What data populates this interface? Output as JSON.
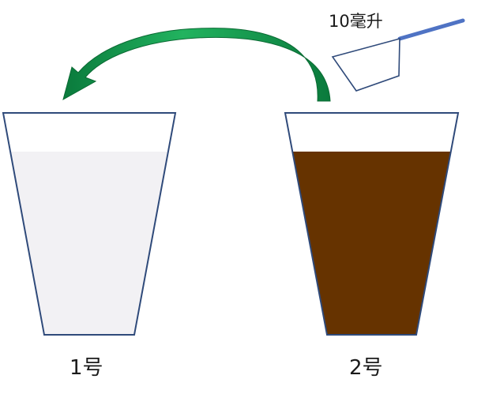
{
  "spoon": {
    "label": "10毫升"
  },
  "cups": [
    {
      "label": "1号",
      "liquid_color": "#f2f1f4",
      "outline_color": "#2f4a7a"
    },
    {
      "label": "2号",
      "liquid_color": "#663300",
      "outline_color": "#2f4a7a"
    }
  ],
  "colors": {
    "arrow_light": "#22b35f",
    "arrow_dark": "#0a7a3c",
    "spoon_handle": "#4f73c4",
    "spoon_outline": "#2f4a7a",
    "background": "#ffffff"
  }
}
